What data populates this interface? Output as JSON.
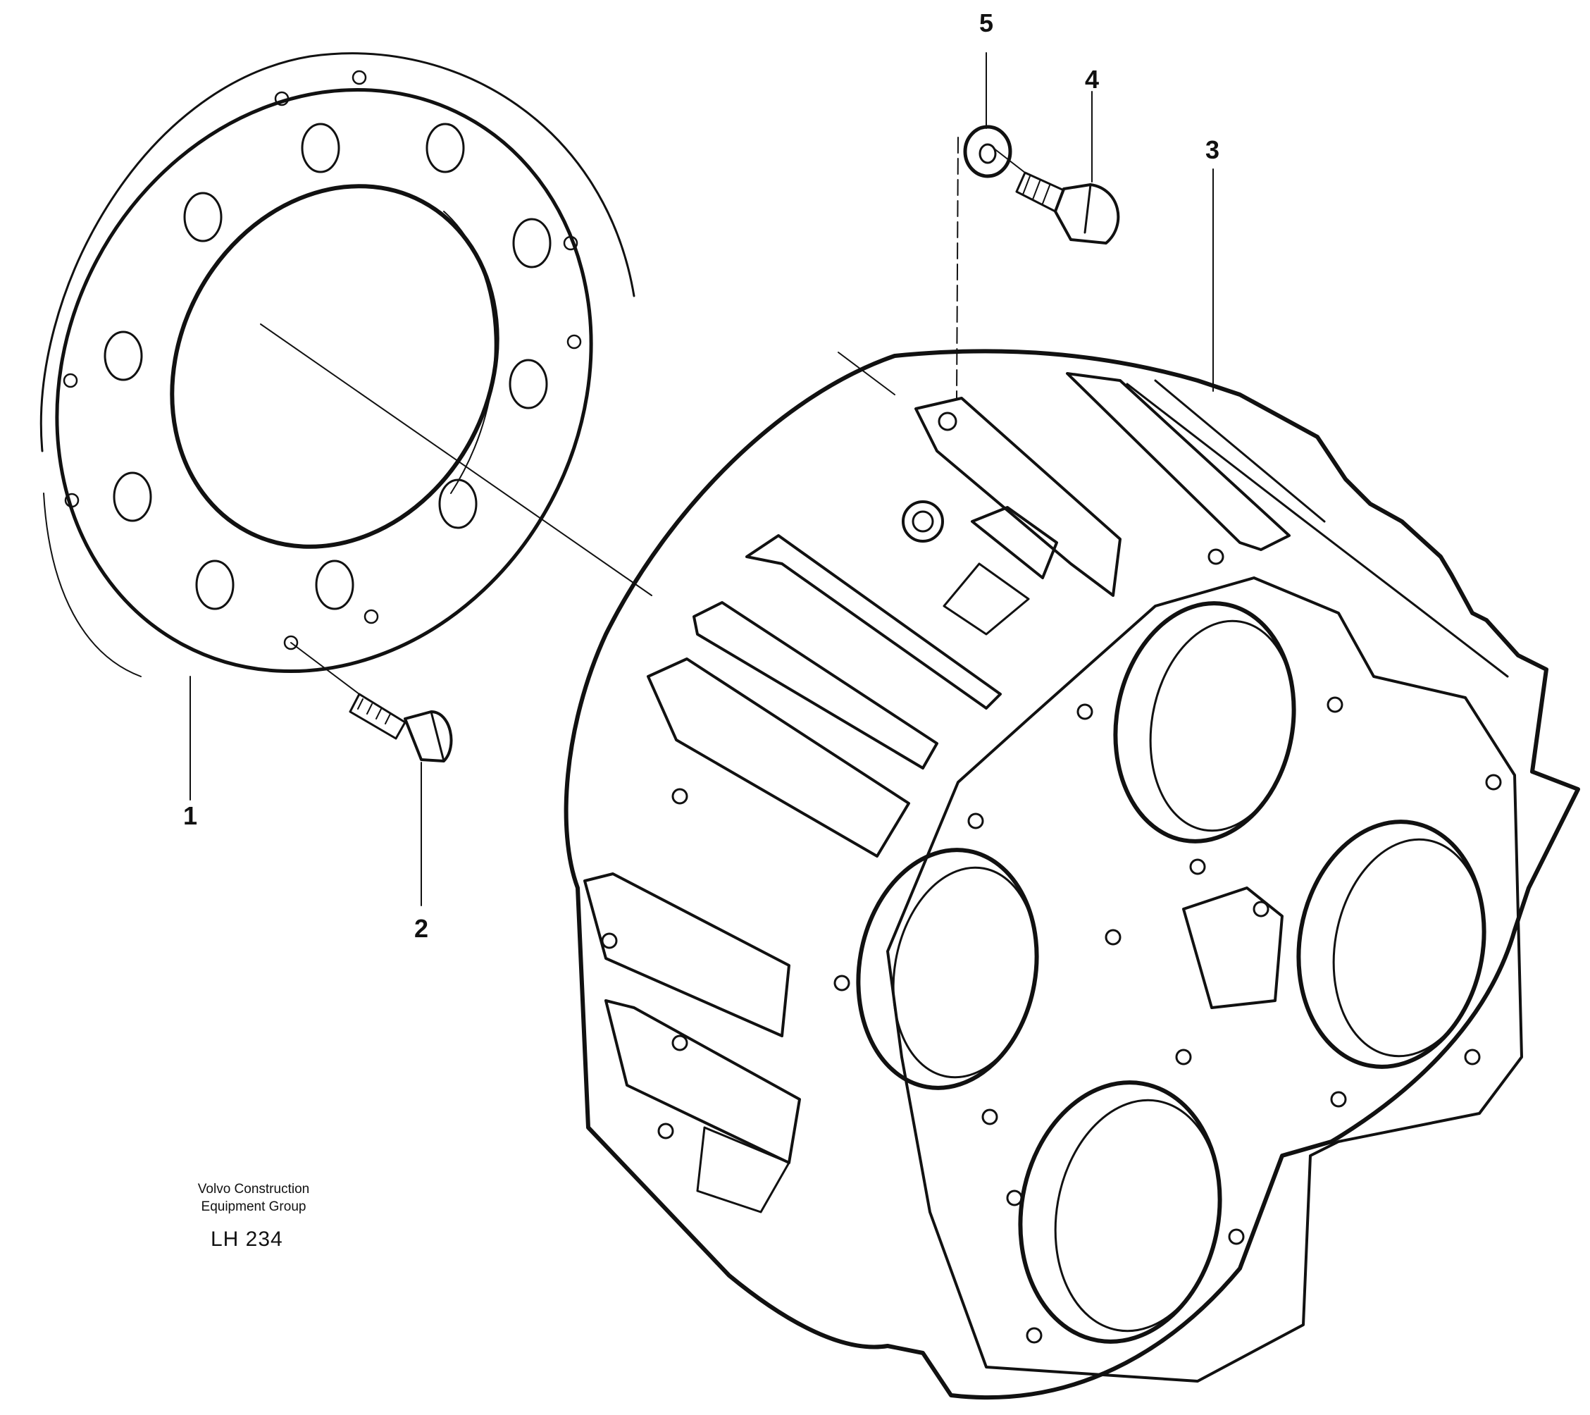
{
  "callouts": [
    {
      "id": "1",
      "label": "1"
    },
    {
      "id": "2",
      "label": "2"
    },
    {
      "id": "3",
      "label": "3"
    },
    {
      "id": "4",
      "label": "4"
    },
    {
      "id": "5",
      "label": "5"
    }
  ],
  "footer": {
    "company_line1": "Volvo Construction",
    "company_line2": "Equipment Group",
    "code": "LH 234"
  },
  "colors": {
    "line": "#111111",
    "background": "#ffffff"
  }
}
